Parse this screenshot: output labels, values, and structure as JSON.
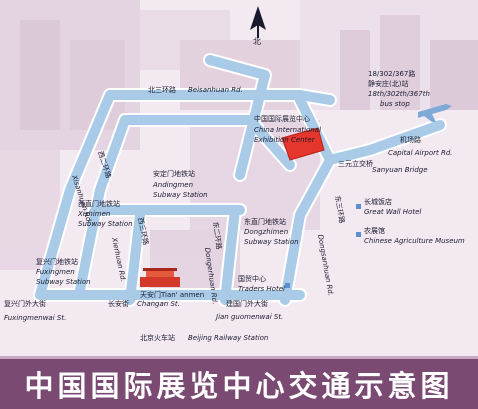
{
  "title": "中国国际展览中心交通示意图",
  "north": "北",
  "roads": {
    "beisanhuan": "北三环路",
    "beisanhuan_en": "Beisanhuan Rd.",
    "xisanhuan": "西三环路",
    "xisanhuan_en": "Xisanhuan Rd.",
    "xierhuan": "西二环路",
    "xierhuan_en": "Xierhuan Rd.",
    "dongerhuan": "东二环路",
    "dongerhuan_en": "Dongerhuan Rd.",
    "dongsanhuan": "东三环路",
    "dongsanhuan_en": "Dongsanhuan Rd.",
    "changan": "长安街",
    "changan_en": "Changan St.",
    "fuxingmenwai": "复兴门外大街",
    "fuxingmenwai_en": "Fuxingmenwai St.",
    "jianguomenwai": "建国门外大街",
    "jianguomenwai_en": "Jian guomenwai St.",
    "capital_airport": "机场路",
    "capital_airport_en": "Capital Airport Rd."
  },
  "places": {
    "ciec": "中国国际展览中心",
    "ciec_en_1": "China International",
    "ciec_en_2": "Exhibition Center",
    "andingmen": "安定门地铁站",
    "andingmen_en_1": "Andingmen",
    "andingmen_en_2": "Subway Station",
    "xizhimen": "西直门地铁站",
    "xizhimen_en_1": "Xizhimen",
    "xizhimen_en_2": "Subway Station",
    "dongzhimen": "东直门地铁站",
    "dongzhimen_en_1": "Dongzhimen",
    "dongzhimen_en_2": "Subway Station",
    "fuxingmen": "复兴门地铁站",
    "fuxingmen_en_1": "Fuxingmen",
    "fuxingmen_en_2": "Subway Station",
    "tiananmen": "天安门Tian' anmen",
    "sanyuan": "三元立交桥",
    "sanyuan_en": "Sanyuan Bridge",
    "great_wall": "长城饭店",
    "great_wall_en": "Great Wall Hotel",
    "agri_museum": "农展馆",
    "agri_museum_en": "Chinese Agriculture Museum",
    "traders": "国贸中心",
    "traders_en": "Traders Hotel",
    "railway": "北京火车站",
    "railway_en": "Beijing Railway Station",
    "busstop_1": "18/302/367路",
    "busstop_2": "静安庄(北)站",
    "busstop_3": "18th/302th/367th",
    "busstop_4": "bus stop"
  }
}
